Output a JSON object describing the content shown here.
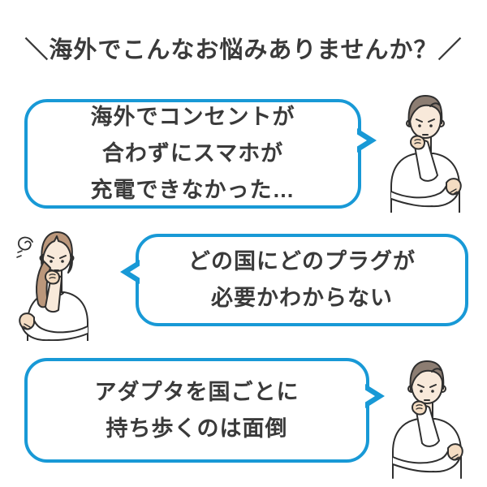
{
  "title": {
    "text": "＼海外でこんなお悩みありませんか？／"
  },
  "bubbles": [
    {
      "id": "worry-1",
      "lines": [
        "海外でコンセントが",
        "合わずにスマホが",
        "充電できなかった…"
      ],
      "tail_direction": "right",
      "speaker": "worried-man"
    },
    {
      "id": "worry-2",
      "lines": [
        "どの国にどのプラグが",
        "必要かわからない"
      ],
      "tail_direction": "left",
      "speaker": "worried-woman"
    },
    {
      "id": "worry-3",
      "lines": [
        "アダプタを国ごとに",
        "持ち歩くのは面倒"
      ],
      "tail_direction": "right",
      "speaker": "worried-man"
    }
  ],
  "illustrations": [
    {
      "name": "worried-man-top"
    },
    {
      "name": "worried-woman"
    },
    {
      "name": "worried-man-bottom"
    }
  ],
  "colors": {
    "bubble_border": "#1899d6",
    "text": "#3a3a3a",
    "background": "#ffffff",
    "outline": "#2f2f2f",
    "man_hair": "#8c7d72",
    "woman_hair": "#bb977b",
    "skin": "#f8e9da",
    "hand_shade": "#f4dcc2"
  }
}
